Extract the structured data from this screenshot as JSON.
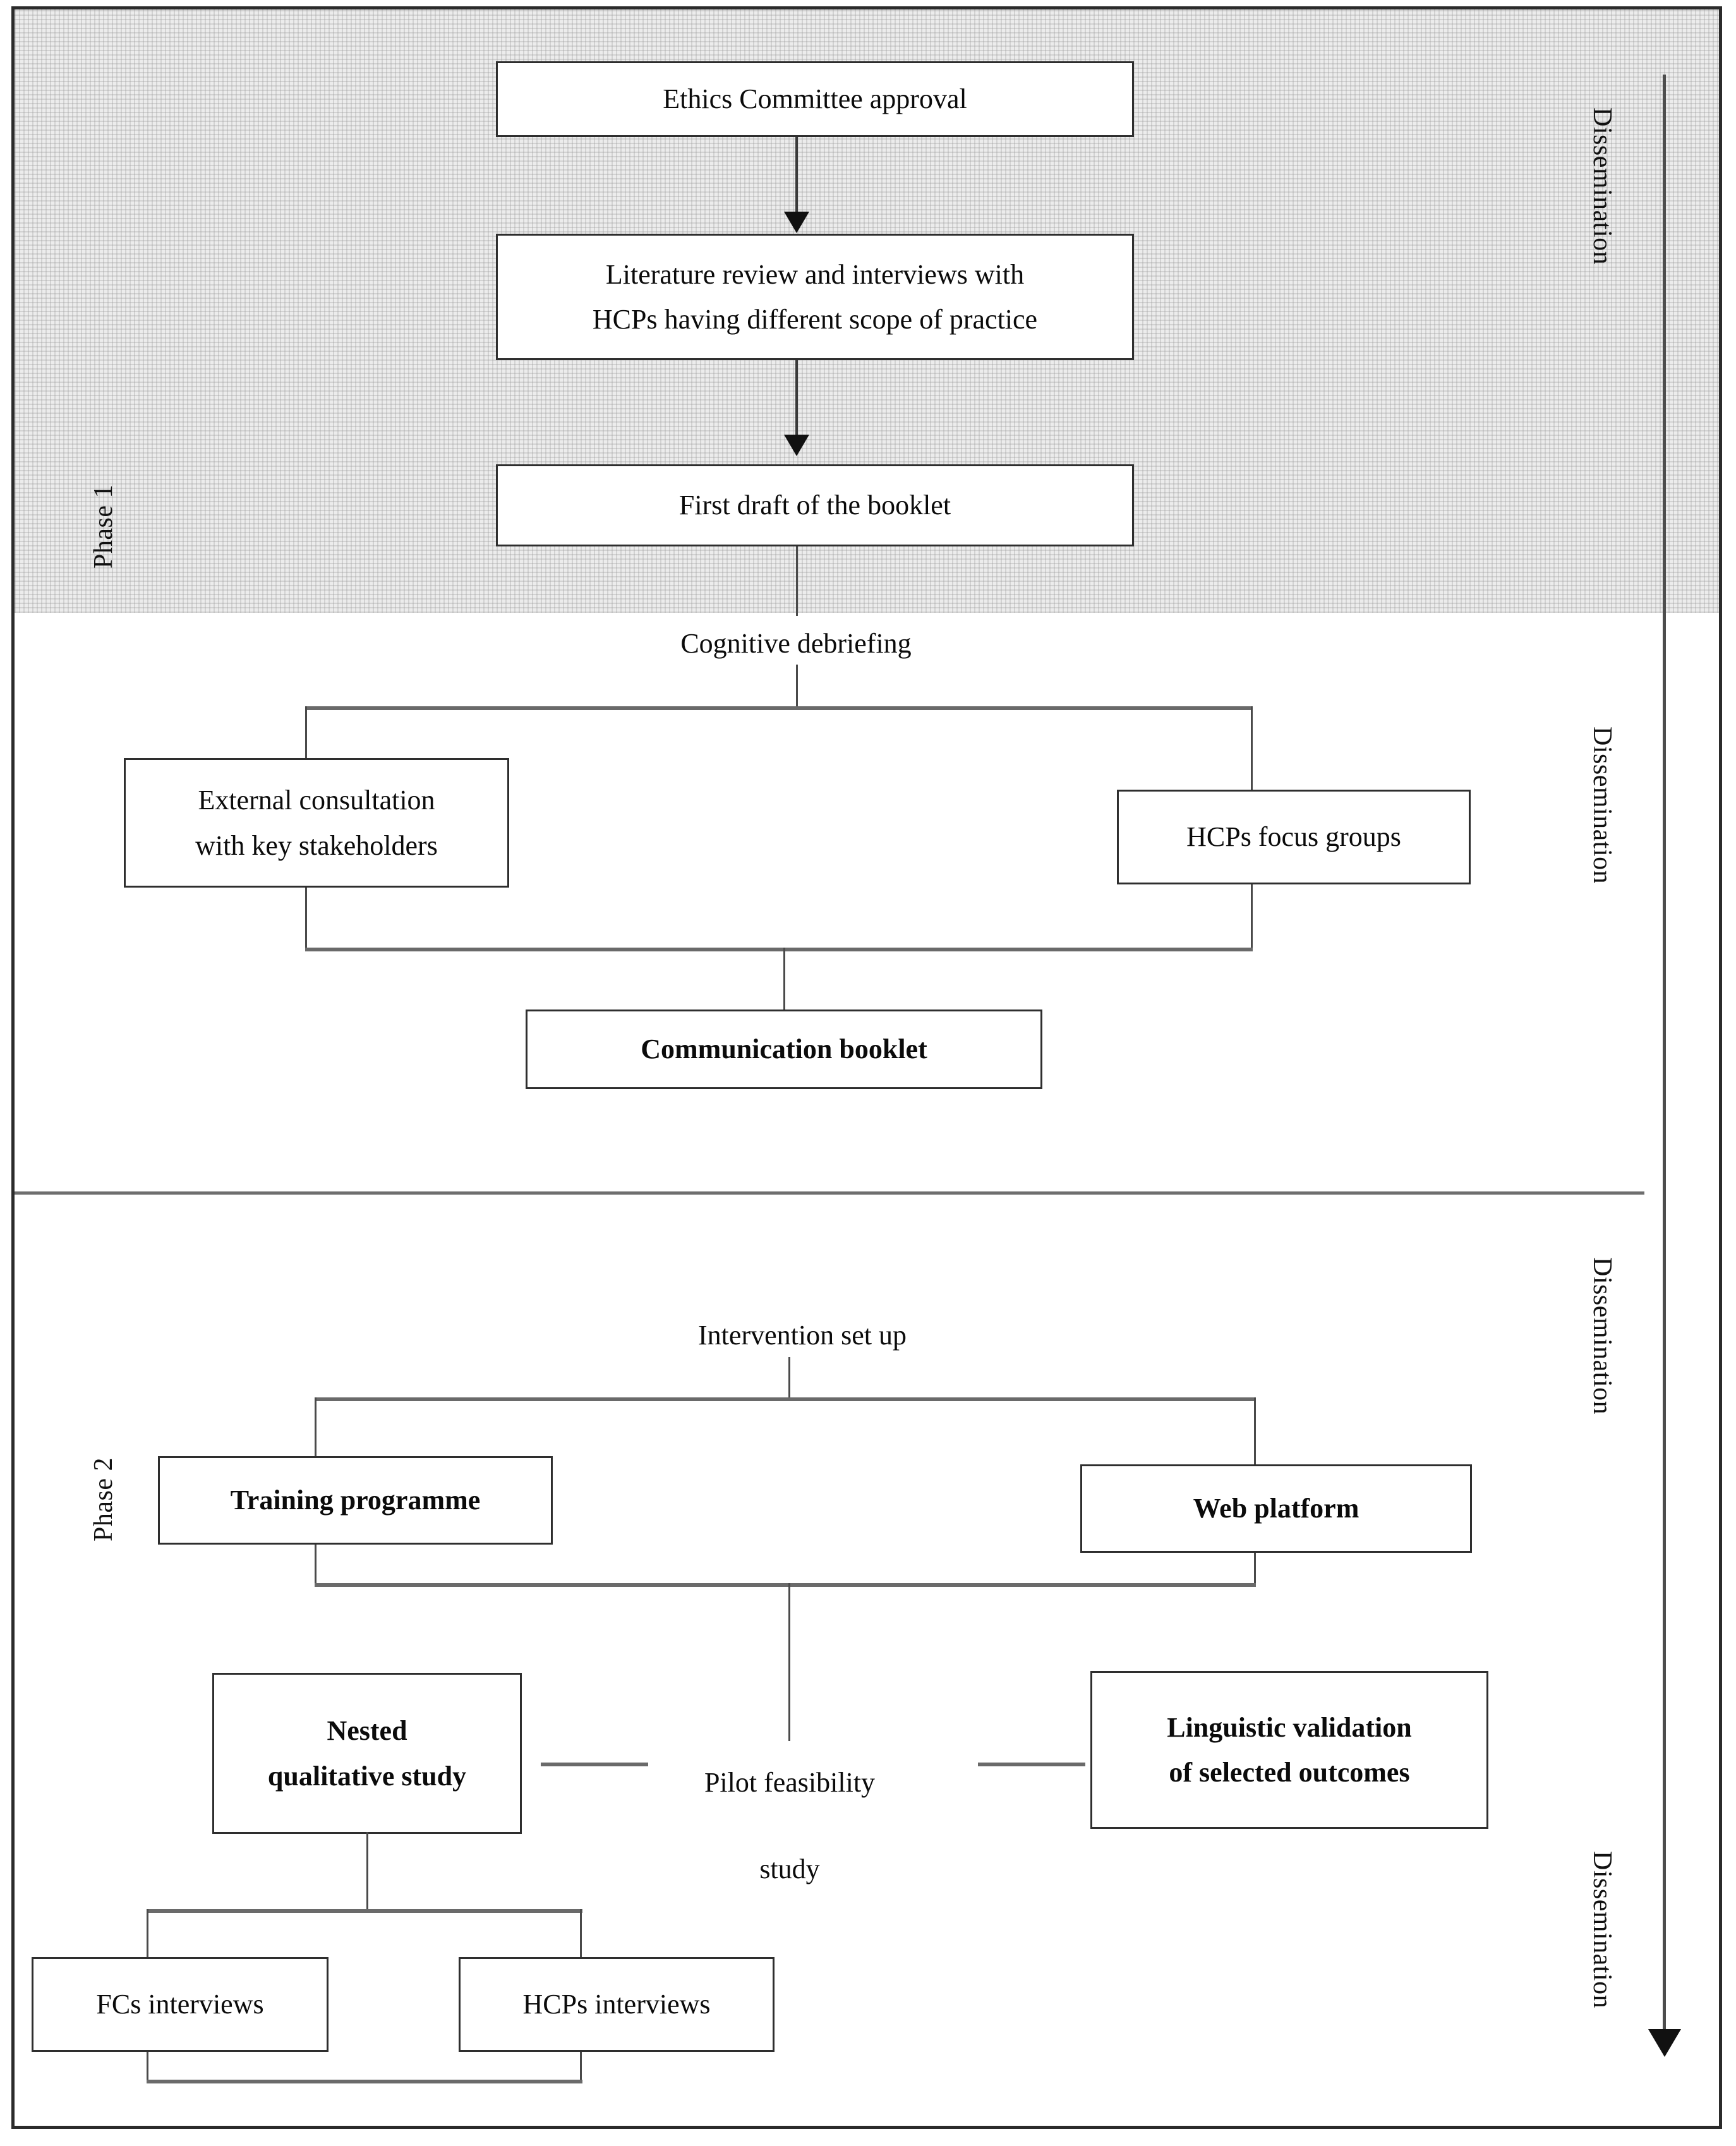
{
  "figure": {
    "type": "study-flowchart",
    "phases": [
      {
        "id": "phase1",
        "label": "Phase 1",
        "shaded": true,
        "nodes": [
          {
            "id": "ethics",
            "text": "Ethics Committee approval",
            "bold": false,
            "boxed": true
          },
          {
            "id": "litreview",
            "line1": "Literature review and interviews with",
            "line2": "HCPs having different scope of practice",
            "bold": false,
            "boxed": true
          },
          {
            "id": "firstdraft",
            "text": "First draft of the booklet",
            "bold": false,
            "boxed": true
          },
          {
            "id": "cogdebrief",
            "text": "Cognitive debriefing",
            "bold": false,
            "boxed": false
          },
          {
            "id": "external",
            "line1": "External consultation",
            "line2": "with key stakeholders",
            "bold": false,
            "boxed": true
          },
          {
            "id": "focusgroups",
            "text": "HCPs focus groups",
            "bold": false,
            "boxed": true
          },
          {
            "id": "booklet",
            "text": "Communication booklet",
            "bold": true,
            "boxed": true
          }
        ]
      },
      {
        "id": "phase2",
        "label": "Phase 2",
        "shaded": false,
        "nodes": [
          {
            "id": "intervention",
            "text": "Intervention set up",
            "bold": false,
            "boxed": false
          },
          {
            "id": "training",
            "text": "Training programme",
            "bold": true,
            "boxed": true
          },
          {
            "id": "webplatform",
            "text": "Web platform",
            "bold": true,
            "boxed": true
          },
          {
            "id": "nested",
            "line1": "Nested",
            "line2": "qualitative study",
            "bold": true,
            "boxed": true
          },
          {
            "id": "pilot",
            "line1": "Pilot feasibility",
            "line2": "study",
            "bold": false,
            "boxed": false
          },
          {
            "id": "linguistic",
            "line1": "Linguistic validation",
            "line2": "of selected outcomes",
            "bold": true,
            "boxed": true
          },
          {
            "id": "fcinterviews",
            "text": "FCs interviews",
            "bold": false,
            "boxed": true
          },
          {
            "id": "hcpinterviews",
            "text": "HCPs interviews",
            "bold": false,
            "boxed": true
          }
        ]
      }
    ],
    "side_labels": {
      "phase1": "Phase 1",
      "phase2": "Phase 2",
      "dissemination": "Dissemination",
      "dissemination_count": 4
    },
    "texts": {
      "ethics": "Ethics Committee approval",
      "lit_line1": "Literature review and interviews with",
      "lit_line2": "HCPs having different scope of practice",
      "first_draft": "First draft of the booklet",
      "cognitive_debriefing": "Cognitive debriefing",
      "external_line1": "External consultation",
      "external_line2": "with key stakeholders",
      "hcps_focus_groups": "HCPs focus groups",
      "communication_booklet": "Communication booklet",
      "intervention_set_up": "Intervention set up",
      "training_programme": "Training programme",
      "web_platform": "Web platform",
      "nested_line1": "Nested",
      "nested_line2": "qualitative study",
      "pilot_line1": "Pilot feasibility",
      "pilot_line2": "study",
      "linguistic_line1": "Linguistic validation",
      "linguistic_line2": "of selected outcomes",
      "fcs_interviews": "FCs interviews",
      "hcps_interviews": "HCPs interviews"
    },
    "colors": {
      "frame": "#2b2b2b",
      "box_border": "#2e2e2e",
      "connector": "#3a3a3a",
      "shade": "#ececec",
      "text": "#0b0b0b"
    }
  }
}
